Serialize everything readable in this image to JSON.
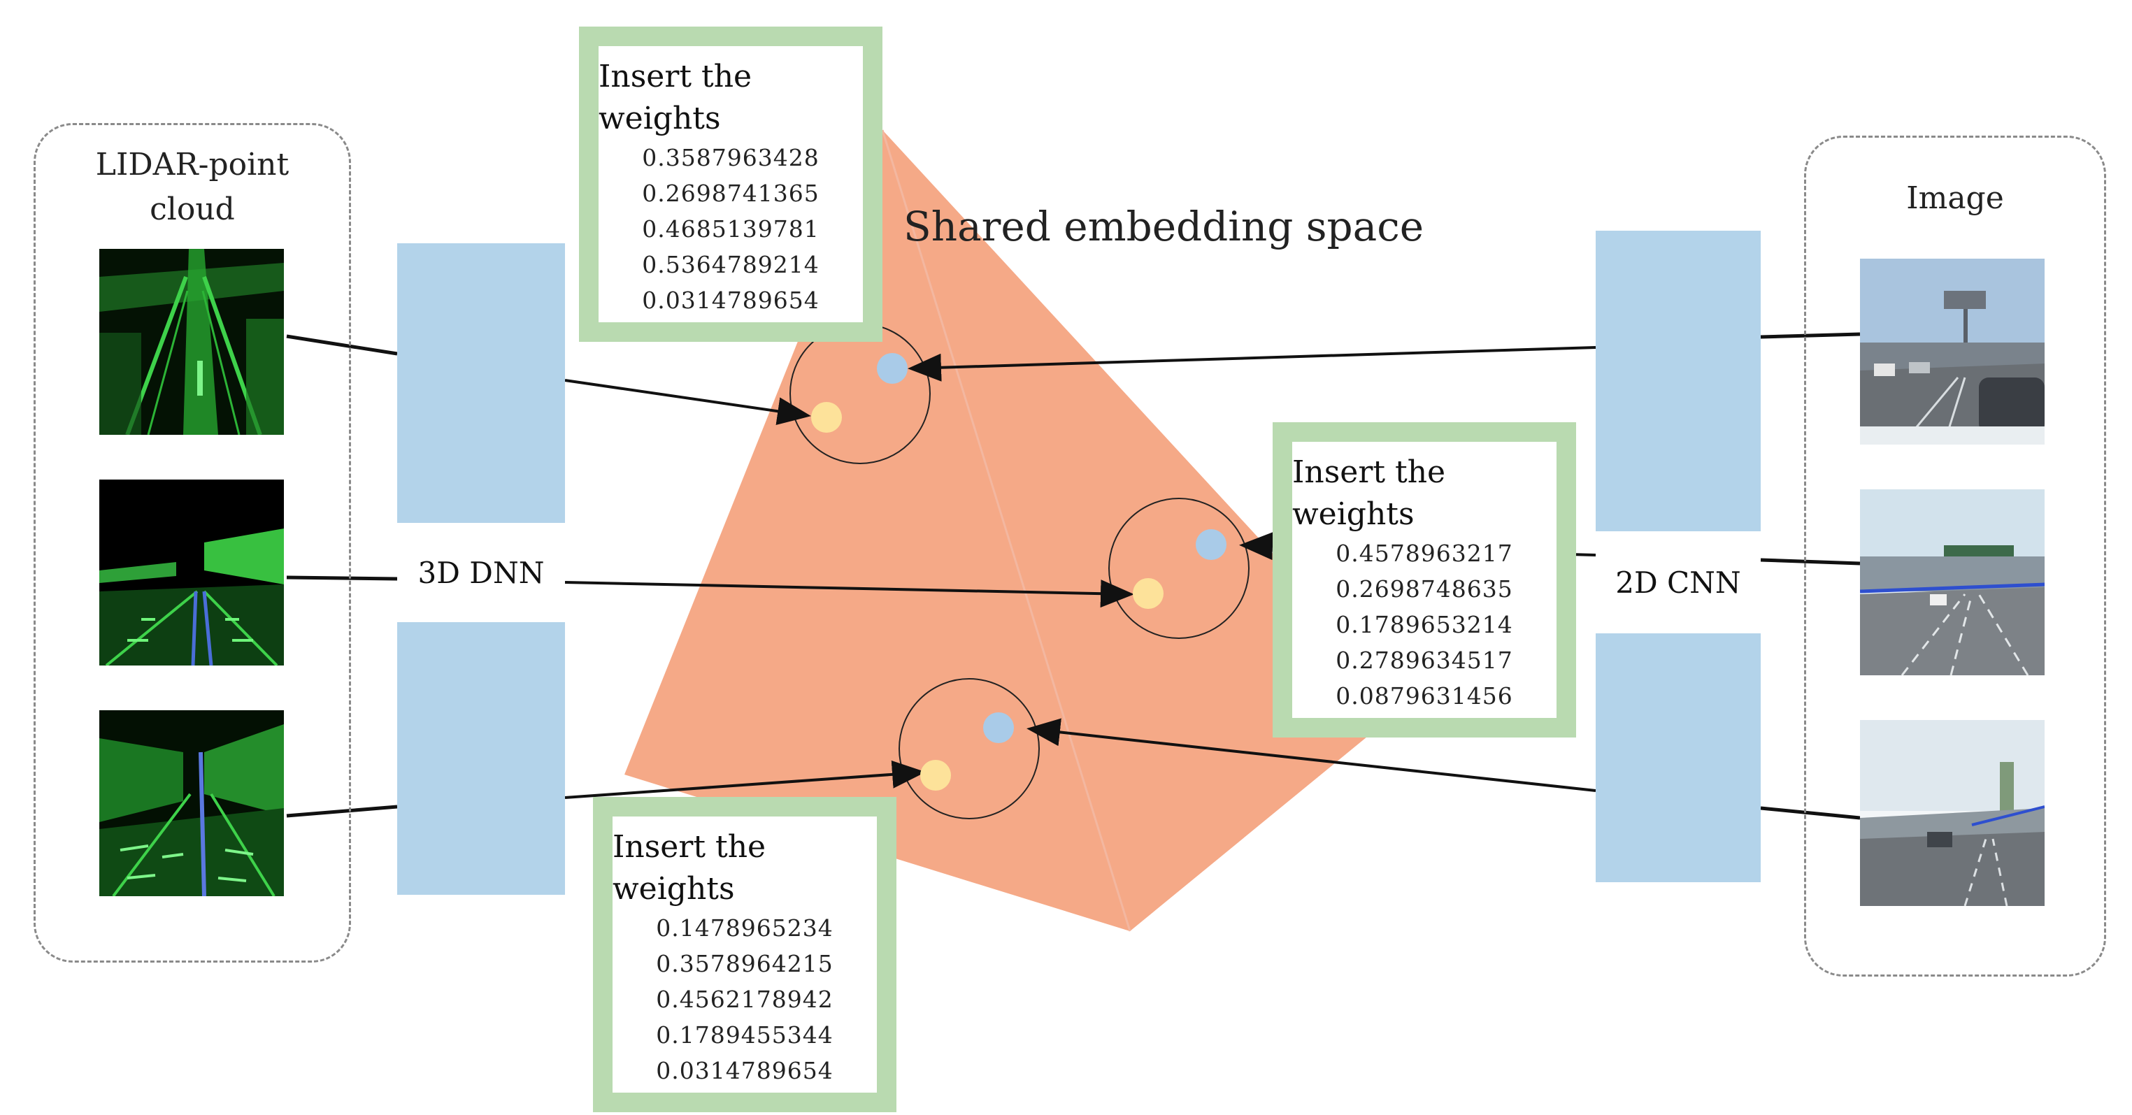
{
  "lidar_panel": {
    "title_line1": "LIDAR-point",
    "title_line2": "cloud"
  },
  "image_panel": {
    "title": "Image"
  },
  "dnn3d": {
    "label": "3D DNN"
  },
  "cnn2d": {
    "label": "2D CNN"
  },
  "shared_space": {
    "label": "Shared embedding space"
  },
  "weights_top": {
    "title": "Insert the weights",
    "values": [
      "0.3587963428",
      "0.2698741365",
      "0.4685139781",
      "0.5364789214",
      "0.0314789654"
    ]
  },
  "weights_right": {
    "title": "Insert the weights",
    "values": [
      "0.4578963217",
      "0.2698748635",
      "0.1789653214",
      "0.2789634517",
      "0.0879631456"
    ]
  },
  "weights_bottom": {
    "title": "Insert the weights",
    "values": [
      "0.1478965234",
      "0.3578964215",
      "0.4562178942",
      "0.1789455344",
      "0.0314789654"
    ]
  },
  "colors": {
    "embedding_space": "#f5a987",
    "network_bar": "#b3d3ea",
    "weights_frame": "#b9dab0",
    "point_lidar": "#fde29a",
    "point_image": "#a9cbe8",
    "lidar_points": "#3ed24a"
  }
}
